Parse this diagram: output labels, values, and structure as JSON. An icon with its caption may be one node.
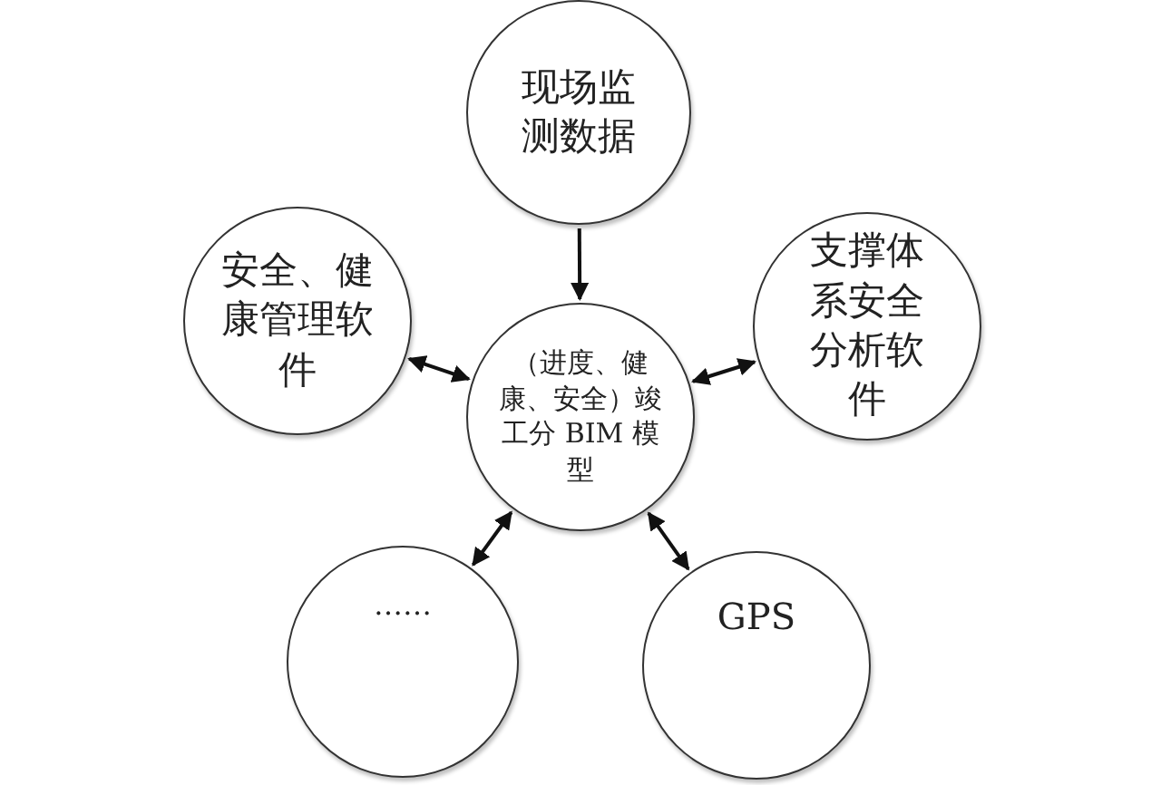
{
  "diagram": {
    "nodes": [
      {
        "text": [
          "现场监测数据"
        ]
      },
      {
        "text": [
          "安全、健康管理软件"
        ]
      },
      {
        "text": [
          "（进度、健康、安全）竣工分 BIM 模型"
        ]
      },
      {
        "text": [
          "支撑体系安全分析软件"
        ]
      },
      {
        "text": [
          "……"
        ]
      },
      {
        "text": [
          "GPS"
        ]
      }
    ],
    "edges": [
      {
        "from": 0,
        "to": 2,
        "arrow": "to"
      },
      {
        "from": 1,
        "to": 2,
        "arrow": "both"
      },
      {
        "from": 2,
        "to": 3,
        "arrow": "both"
      },
      {
        "from": 2,
        "to": 4,
        "arrow": "both"
      },
      {
        "from": 2,
        "to": 5,
        "arrow": "both"
      }
    ]
  }
}
